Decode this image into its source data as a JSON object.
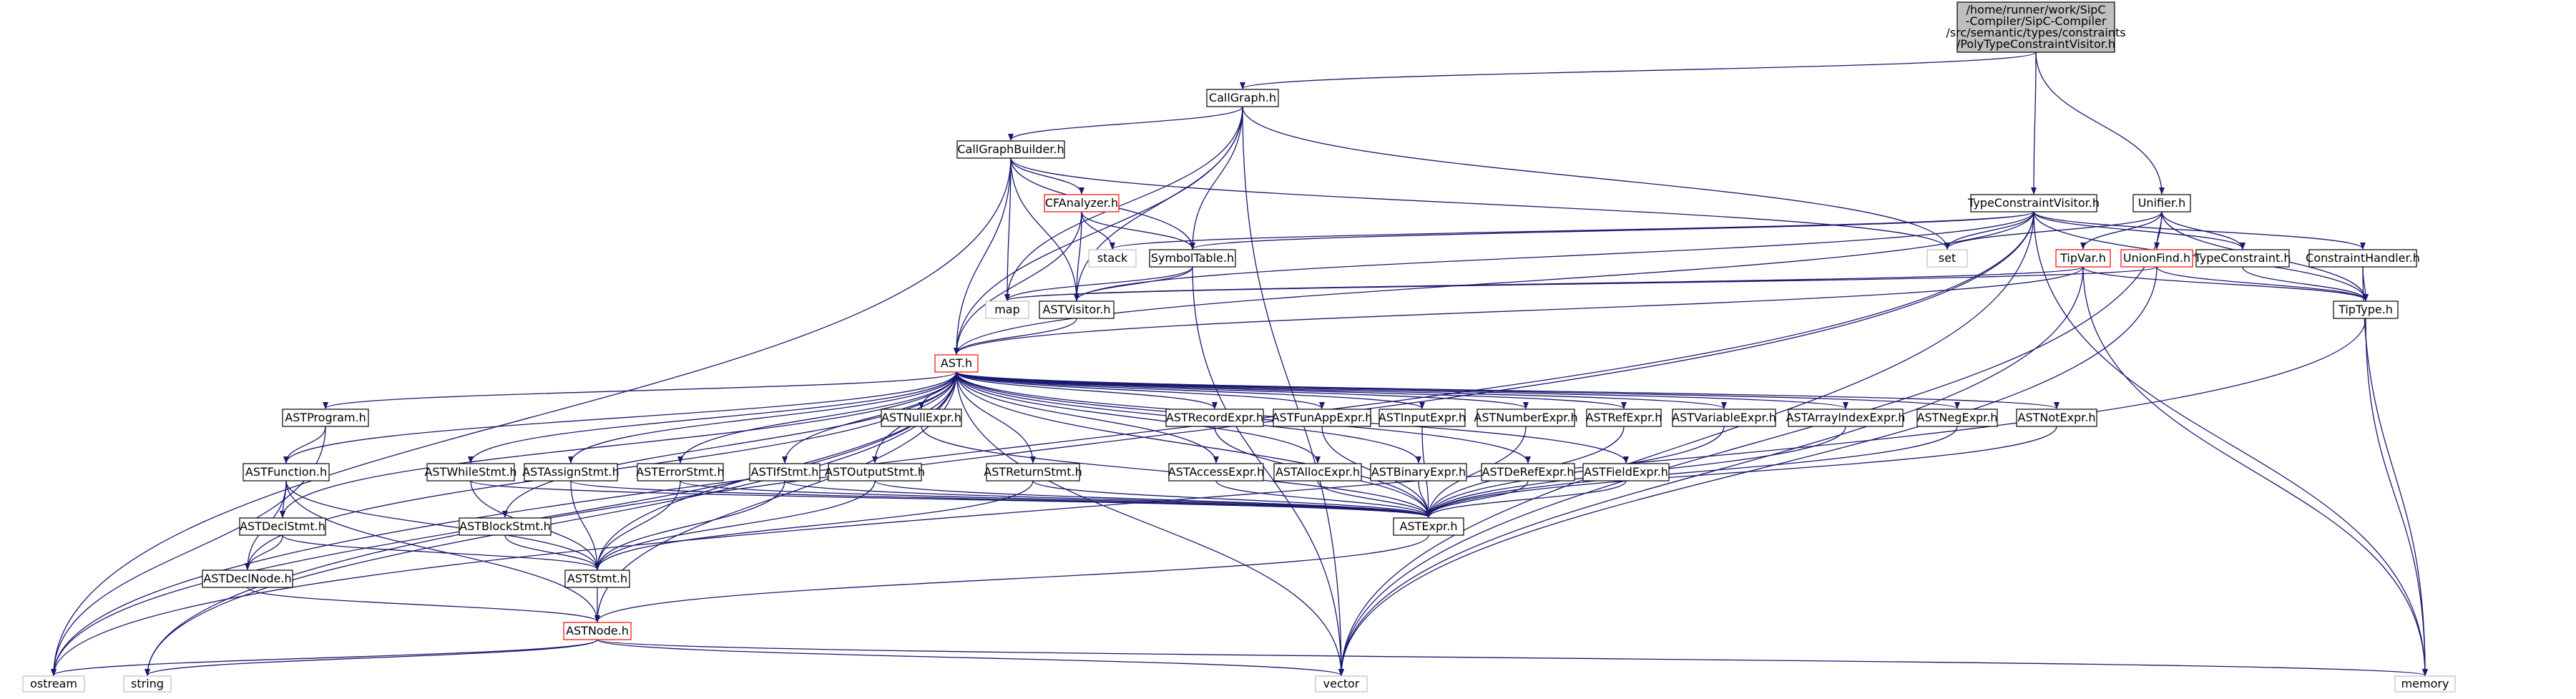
{
  "nodes": [
    {
      "id": "root",
      "lines": [
        "/home/runner/work/SipC",
        "-Compiler/SipC-Compiler",
        "/src/semantic/types/constraints",
        "/PolyTypeConstraintVisitor.h"
      ],
      "style": "root"
    },
    {
      "id": "callgraph",
      "lines": [
        "CallGraph.h"
      ],
      "style": "normal"
    },
    {
      "id": "callgraphbuilder",
      "lines": [
        "CallGraphBuilder.h"
      ],
      "style": "normal"
    },
    {
      "id": "cfanalyzer",
      "lines": [
        "CFAnalyzer.h"
      ],
      "style": "red"
    },
    {
      "id": "typeconstraintvisitor",
      "lines": [
        "TypeConstraintVisitor.h"
      ],
      "style": "normal"
    },
    {
      "id": "unifier",
      "lines": [
        "Unifier.h"
      ],
      "style": "normal"
    },
    {
      "id": "stack",
      "lines": [
        "stack"
      ],
      "style": "system"
    },
    {
      "id": "set",
      "lines": [
        "set"
      ],
      "style": "system"
    },
    {
      "id": "symboltable",
      "lines": [
        "SymbolTable.h"
      ],
      "style": "normal"
    },
    {
      "id": "tipvar",
      "lines": [
        "TipVar.h"
      ],
      "style": "red"
    },
    {
      "id": "unionfind",
      "lines": [
        "UnionFind.h"
      ],
      "style": "red"
    },
    {
      "id": "typeconstraint",
      "lines": [
        "TypeConstraint.h"
      ],
      "style": "normal"
    },
    {
      "id": "constrainthandler",
      "lines": [
        "ConstraintHandler.h"
      ],
      "style": "normal"
    },
    {
      "id": "map",
      "lines": [
        "map"
      ],
      "style": "system"
    },
    {
      "id": "astvisitor",
      "lines": [
        "ASTVisitor.h"
      ],
      "style": "normal"
    },
    {
      "id": "tiptype",
      "lines": [
        "TipType.h"
      ],
      "style": "normal"
    },
    {
      "id": "ast",
      "lines": [
        "AST.h"
      ],
      "style": "red"
    },
    {
      "id": "astprogram",
      "lines": [
        "ASTProgram.h"
      ],
      "style": "normal"
    },
    {
      "id": "astnullexpr",
      "lines": [
        "ASTNullExpr.h"
      ],
      "style": "normal"
    },
    {
      "id": "astrecordexpr",
      "lines": [
        "ASTRecordExpr.h"
      ],
      "style": "normal"
    },
    {
      "id": "astfunappexpr",
      "lines": [
        "ASTFunAppExpr.h"
      ],
      "style": "normal"
    },
    {
      "id": "astinputexpr",
      "lines": [
        "ASTInputExpr.h"
      ],
      "style": "normal"
    },
    {
      "id": "astnumberexpr",
      "lines": [
        "ASTNumberExpr.h"
      ],
      "style": "normal"
    },
    {
      "id": "astrefexpr",
      "lines": [
        "ASTRefExpr.h"
      ],
      "style": "normal"
    },
    {
      "id": "astvariableexpr",
      "lines": [
        "ASTVariableExpr.h"
      ],
      "style": "normal"
    },
    {
      "id": "astarrayindexexpr",
      "lines": [
        "ASTArrayIndexExpr.h"
      ],
      "style": "normal"
    },
    {
      "id": "astnegexpr",
      "lines": [
        "ASTNegExpr.h"
      ],
      "style": "normal"
    },
    {
      "id": "astnotexpr",
      "lines": [
        "ASTNotExpr.h"
      ],
      "style": "normal"
    },
    {
      "id": "astfunction",
      "lines": [
        "ASTFunction.h"
      ],
      "style": "normal"
    },
    {
      "id": "astwhilestmt",
      "lines": [
        "ASTWhileStmt.h"
      ],
      "style": "normal"
    },
    {
      "id": "astassignstmt",
      "lines": [
        "ASTAssignStmt.h"
      ],
      "style": "normal"
    },
    {
      "id": "asterrorstmt",
      "lines": [
        "ASTErrorStmt.h"
      ],
      "style": "normal"
    },
    {
      "id": "astifstmt",
      "lines": [
        "ASTIfStmt.h"
      ],
      "style": "normal"
    },
    {
      "id": "astoutputstmt",
      "lines": [
        "ASTOutputStmt.h"
      ],
      "style": "normal"
    },
    {
      "id": "astreturnstmt",
      "lines": [
        "ASTReturnStmt.h"
      ],
      "style": "normal"
    },
    {
      "id": "astaccessexpr",
      "lines": [
        "ASTAccessExpr.h"
      ],
      "style": "normal"
    },
    {
      "id": "astallocexpr",
      "lines": [
        "ASTAllocExpr.h"
      ],
      "style": "normal"
    },
    {
      "id": "astbinaryexpr",
      "lines": [
        "ASTBinaryExpr.h"
      ],
      "style": "normal"
    },
    {
      "id": "astderefexpr",
      "lines": [
        "ASTDeRefExpr.h"
      ],
      "style": "normal"
    },
    {
      "id": "astfieldexpr",
      "lines": [
        "ASTFieldExpr.h"
      ],
      "style": "normal"
    },
    {
      "id": "astdeclstmt",
      "lines": [
        "ASTDeclStmt.h"
      ],
      "style": "normal"
    },
    {
      "id": "astblockstmt",
      "lines": [
        "ASTBlockStmt.h"
      ],
      "style": "normal"
    },
    {
      "id": "astexpr",
      "lines": [
        "ASTExpr.h"
      ],
      "style": "normal"
    },
    {
      "id": "astdeclnode",
      "lines": [
        "ASTDeclNode.h"
      ],
      "style": "normal"
    },
    {
      "id": "aststmt",
      "lines": [
        "ASTStmt.h"
      ],
      "style": "normal"
    },
    {
      "id": "astnode",
      "lines": [
        "ASTNode.h"
      ],
      "style": "red"
    },
    {
      "id": "ostream",
      "lines": [
        "ostream"
      ],
      "style": "system"
    },
    {
      "id": "string",
      "lines": [
        "string"
      ],
      "style": "system"
    },
    {
      "id": "vector",
      "lines": [
        "vector"
      ],
      "style": "system"
    },
    {
      "id": "memory",
      "lines": [
        "memory"
      ],
      "style": "system"
    }
  ],
  "edges": [
    [
      "root",
      "callgraph"
    ],
    [
      "root",
      "typeconstraintvisitor"
    ],
    [
      "root",
      "unifier"
    ],
    [
      "callgraph",
      "callgraphbuilder"
    ],
    [
      "callgraph",
      "map"
    ],
    [
      "callgraph",
      "set"
    ],
    [
      "callgraph",
      "symboltable"
    ],
    [
      "callgraph",
      "astvisitor"
    ],
    [
      "callgraph",
      "ast"
    ],
    [
      "callgraph",
      "vector"
    ],
    [
      "callgraphbuilder",
      "cfanalyzer"
    ],
    [
      "callgraphbuilder",
      "map"
    ],
    [
      "callgraphbuilder",
      "set"
    ],
    [
      "callgraphbuilder",
      "astvisitor"
    ],
    [
      "callgraphbuilder",
      "ast"
    ],
    [
      "callgraphbuilder",
      "symboltable"
    ],
    [
      "callgraphbuilder",
      "ostream"
    ],
    [
      "cfanalyzer",
      "stack"
    ],
    [
      "cfanalyzer",
      "symboltable"
    ],
    [
      "cfanalyzer",
      "astvisitor"
    ],
    [
      "cfanalyzer",
      "ast"
    ],
    [
      "typeconstraintvisitor",
      "set"
    ],
    [
      "typeconstraintvisitor",
      "stack"
    ],
    [
      "typeconstraintvisitor",
      "symboltable"
    ],
    [
      "typeconstraintvisitor",
      "astvisitor"
    ],
    [
      "typeconstraintvisitor",
      "constrainthandler"
    ],
    [
      "typeconstraintvisitor",
      "tiptype"
    ],
    [
      "typeconstraintvisitor",
      "typeconstraint"
    ],
    [
      "typeconstraintvisitor",
      "vector"
    ],
    [
      "typeconstraintvisitor",
      "memory"
    ],
    [
      "typeconstraintvisitor",
      "ast"
    ],
    [
      "typeconstraintvisitor",
      "string"
    ],
    [
      "typeconstraintvisitor",
      "ostream"
    ],
    [
      "unifier",
      "set"
    ],
    [
      "unifier",
      "tipvar"
    ],
    [
      "unifier",
      "unionfind"
    ],
    [
      "unifier",
      "typeconstraint"
    ],
    [
      "unifier",
      "tiptype"
    ],
    [
      "unifier",
      "vector"
    ],
    [
      "symboltable",
      "map"
    ],
    [
      "symboltable",
      "astvisitor"
    ],
    [
      "symboltable",
      "vector"
    ],
    [
      "tipvar",
      "map"
    ],
    [
      "tipvar",
      "tiptype"
    ],
    [
      "tipvar",
      "ast"
    ],
    [
      "tipvar",
      "vector"
    ],
    [
      "tipvar",
      "memory"
    ],
    [
      "unionfind",
      "map"
    ],
    [
      "unionfind",
      "tiptype"
    ],
    [
      "unionfind",
      "vector"
    ],
    [
      "typeconstraint",
      "tiptype"
    ],
    [
      "constrainthandler",
      "tiptype"
    ],
    [
      "constrainthandler",
      "memory"
    ],
    [
      "tiptype",
      "ostream"
    ],
    [
      "tiptype",
      "memory"
    ],
    [
      "astvisitor",
      "ast"
    ],
    [
      "ast",
      "astprogram"
    ],
    [
      "ast",
      "astnullexpr"
    ],
    [
      "ast",
      "astrecordexpr"
    ],
    [
      "ast",
      "astfunappexpr"
    ],
    [
      "ast",
      "astinputexpr"
    ],
    [
      "ast",
      "astnumberexpr"
    ],
    [
      "ast",
      "astrefexpr"
    ],
    [
      "ast",
      "astvariableexpr"
    ],
    [
      "ast",
      "astarrayindexexpr"
    ],
    [
      "ast",
      "astnegexpr"
    ],
    [
      "ast",
      "astnotexpr"
    ],
    [
      "ast",
      "astfunction"
    ],
    [
      "ast",
      "astwhilestmt"
    ],
    [
      "ast",
      "astassignstmt"
    ],
    [
      "ast",
      "asterrorstmt"
    ],
    [
      "ast",
      "astifstmt"
    ],
    [
      "ast",
      "astoutputstmt"
    ],
    [
      "ast",
      "astreturnstmt"
    ],
    [
      "ast",
      "astaccessexpr"
    ],
    [
      "ast",
      "astallocexpr"
    ],
    [
      "ast",
      "astbinaryexpr"
    ],
    [
      "ast",
      "astderefexpr"
    ],
    [
      "ast",
      "astfieldexpr"
    ],
    [
      "ast",
      "astdeclstmt"
    ],
    [
      "ast",
      "astblockstmt"
    ],
    [
      "ast",
      "astexpr"
    ],
    [
      "ast",
      "astdeclnode"
    ],
    [
      "ast",
      "aststmt"
    ],
    [
      "ast",
      "astnode"
    ],
    [
      "ast",
      "ostream"
    ],
    [
      "ast",
      "string"
    ],
    [
      "ast",
      "vector"
    ],
    [
      "astprogram",
      "astfunction"
    ],
    [
      "astprogram",
      "ostream"
    ],
    [
      "astfunction",
      "astdeclstmt"
    ],
    [
      "astfunction",
      "astdeclnode"
    ],
    [
      "astfunction",
      "aststmt"
    ],
    [
      "astfunction",
      "astnode"
    ],
    [
      "astdeclstmt",
      "astdeclnode"
    ],
    [
      "astdeclstmt",
      "aststmt"
    ],
    [
      "astnullexpr",
      "astexpr"
    ],
    [
      "astrecordexpr",
      "astexpr"
    ],
    [
      "astfunappexpr",
      "astexpr"
    ],
    [
      "astinputexpr",
      "astexpr"
    ],
    [
      "astnumberexpr",
      "astexpr"
    ],
    [
      "astrefexpr",
      "astexpr"
    ],
    [
      "astvariableexpr",
      "astexpr"
    ],
    [
      "astarrayindexexpr",
      "astexpr"
    ],
    [
      "astnegexpr",
      "astexpr"
    ],
    [
      "astnotexpr",
      "astexpr"
    ],
    [
      "astaccessexpr",
      "astexpr"
    ],
    [
      "astallocexpr",
      "astexpr"
    ],
    [
      "astbinaryexpr",
      "astexpr"
    ],
    [
      "astderefexpr",
      "astexpr"
    ],
    [
      "astfieldexpr",
      "astexpr"
    ],
    [
      "astwhilestmt",
      "astexpr"
    ],
    [
      "astwhilestmt",
      "aststmt"
    ],
    [
      "astassignstmt",
      "astexpr"
    ],
    [
      "astassignstmt",
      "aststmt"
    ],
    [
      "asterrorstmt",
      "astexpr"
    ],
    [
      "asterrorstmt",
      "aststmt"
    ],
    [
      "astifstmt",
      "astexpr"
    ],
    [
      "astifstmt",
      "aststmt"
    ],
    [
      "astoutputstmt",
      "astexpr"
    ],
    [
      "astoutputstmt",
      "aststmt"
    ],
    [
      "astreturnstmt",
      "astexpr"
    ],
    [
      "astreturnstmt",
      "aststmt"
    ],
    [
      "astblockstmt",
      "aststmt"
    ],
    [
      "astexpr",
      "astnode"
    ],
    [
      "aststmt",
      "astnode"
    ],
    [
      "astdeclnode",
      "astnode"
    ],
    [
      "astnode",
      "ostream"
    ],
    [
      "astnode",
      "string"
    ],
    [
      "astnode",
      "vector"
    ],
    [
      "astnode",
      "memory"
    ]
  ],
  "colors": {
    "edge": "#191970",
    "root_fill": "#bfbfbf",
    "normal_border": "#000000",
    "red_border": "#ff0000",
    "system_border": "#bfbfbf",
    "fill": "#ffffff"
  }
}
